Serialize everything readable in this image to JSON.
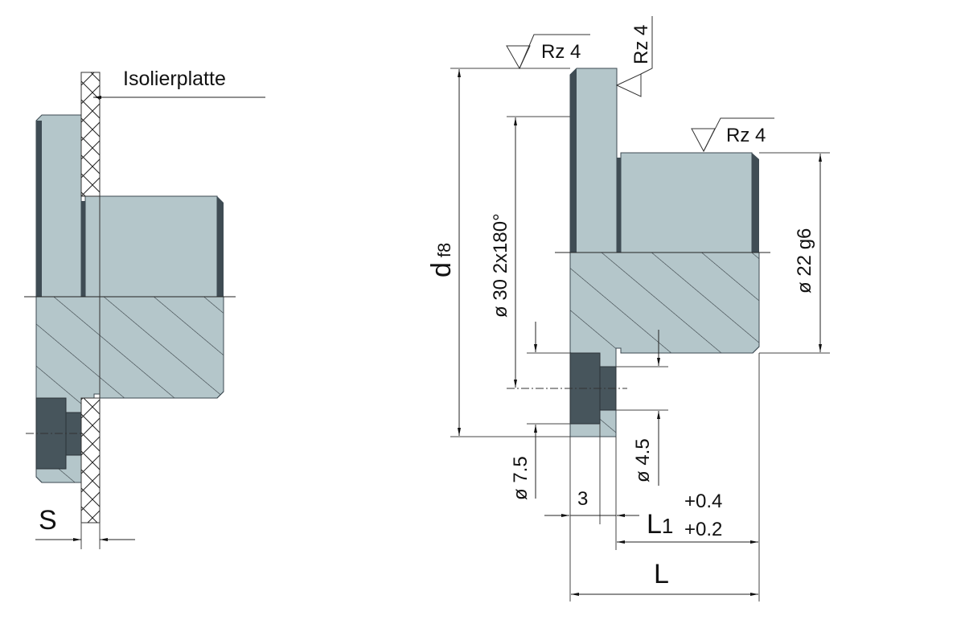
{
  "colors": {
    "part_face": "#b4c6ca",
    "part_shadow": "#3f4c54",
    "insert_dark": "#47555c",
    "line": "#222222",
    "background": "#ffffff"
  },
  "left_view": {
    "label_insulating_plate": "Isolierplatte",
    "label_thickness": "S"
  },
  "right_view": {
    "surface_finish": [
      {
        "id": "flange-face",
        "symbol": "surface-roughness-icon",
        "text": "Rz 4"
      },
      {
        "id": "flange-side",
        "symbol": "surface-roughness-icon",
        "text": "Rz 4"
      },
      {
        "id": "hub-surface",
        "symbol": "surface-roughness-icon",
        "text": "Rz 4"
      }
    ],
    "dimensions": {
      "outer_diameter": {
        "main": "d",
        "tolerance": "f8"
      },
      "bolt_circle": "ø 30 2x180°",
      "hub_diameter": "ø 22 g6",
      "counterbore": "ø 7.5",
      "hole": "ø 4.5",
      "flange_thickness": "3",
      "hub_length": {
        "main": "L",
        "sub": "1",
        "upper_tol": "+0.4",
        "lower_tol": "+0.2"
      },
      "total_length": "L"
    }
  }
}
